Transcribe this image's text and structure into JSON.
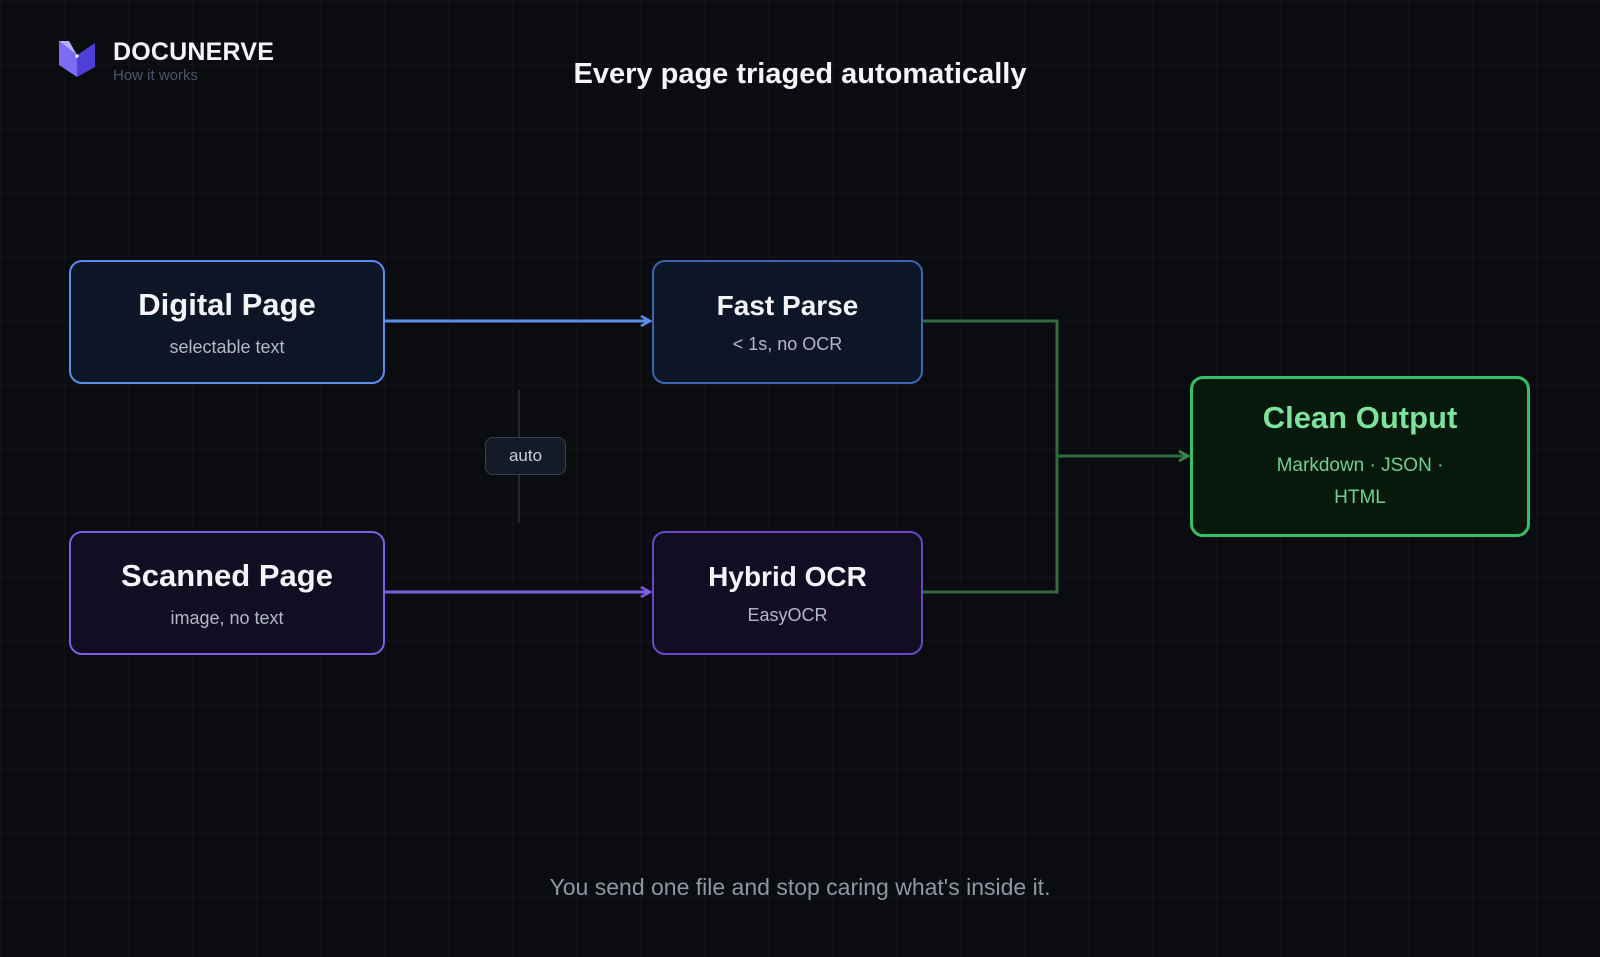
{
  "brand": {
    "name": "DOCUNERVE",
    "tagline": "How it works"
  },
  "title": "Every page triaged automatically",
  "nodes": {
    "digital": {
      "title": "Digital Page",
      "subtitle": "selectable text"
    },
    "scanned": {
      "title": "Scanned Page",
      "subtitle": "image, no text"
    },
    "fast": {
      "title": "Fast Parse",
      "subtitle": "< 1s, no OCR"
    },
    "hybrid": {
      "title": "Hybrid OCR",
      "subtitle": "EasyOCR"
    },
    "output": {
      "title": "Clean Output",
      "subtitle": "Markdown · JSON · HTML"
    }
  },
  "router_label": "auto",
  "footer": "You send one file and stop caring what's inside it.",
  "colors": {
    "background": "#0a0c10",
    "digital": "#5b8df0",
    "scanned": "#7b5fe0",
    "output": "#37c06a",
    "output_connector": "#2e6b3f"
  }
}
